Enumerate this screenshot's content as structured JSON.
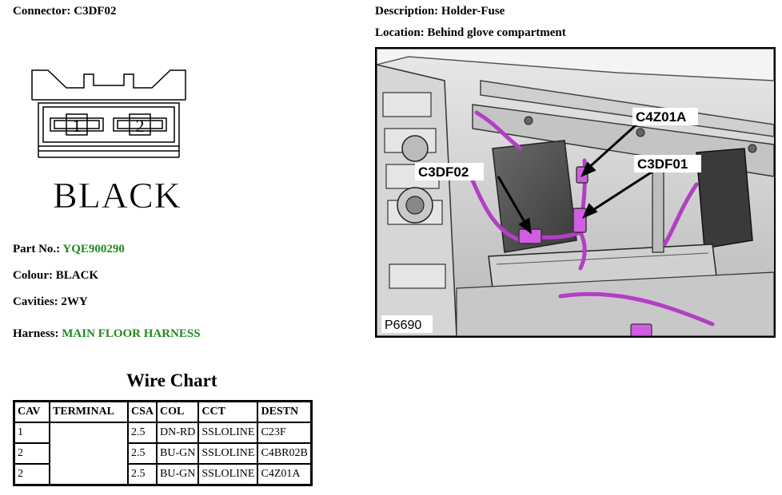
{
  "connector": {
    "label": "Connector:",
    "value": "C3DF02"
  },
  "description": {
    "label": "Description:",
    "value": "Holder-Fuse"
  },
  "location": {
    "label": "Location:",
    "value": "Behind glove compartment"
  },
  "connector_drawing": {
    "cavity_labels": [
      "1",
      "2"
    ],
    "colour_text": "BLACK"
  },
  "part_no": {
    "label": "Part No.:",
    "value": "YQE900290"
  },
  "colour": {
    "label": "Colour:",
    "value": "BLACK"
  },
  "cavities": {
    "label": "Cavities:",
    "value": "2WY"
  },
  "harness": {
    "label": "Harness:",
    "value": "MAIN FLOOR HARNESS"
  },
  "wire_chart": {
    "title": "Wire Chart",
    "columns": [
      "CAV",
      "TERMINAL",
      "CSA",
      "COL",
      "CCT",
      "DESTN"
    ],
    "rows": [
      {
        "cav": "1",
        "terminal": "",
        "csa": "2.5",
        "col": "DN-RD",
        "cct": "SSLOLINE",
        "destn": "C23F"
      },
      {
        "cav": "2",
        "terminal": "",
        "csa": "2.5",
        "col": "BU-GN",
        "cct": "SSLOLINE",
        "destn": "C4BR02B"
      },
      {
        "cav": "2",
        "terminal": "",
        "csa": "2.5",
        "col": "BU-GN",
        "cct": "SSLOLINE",
        "destn": "C4Z01A"
      }
    ]
  },
  "photo": {
    "callouts": [
      "C4Z01A",
      "C3DF02",
      "C3DF01"
    ],
    "figure_id": "P6690",
    "highlight_color": "#b23fc4"
  }
}
